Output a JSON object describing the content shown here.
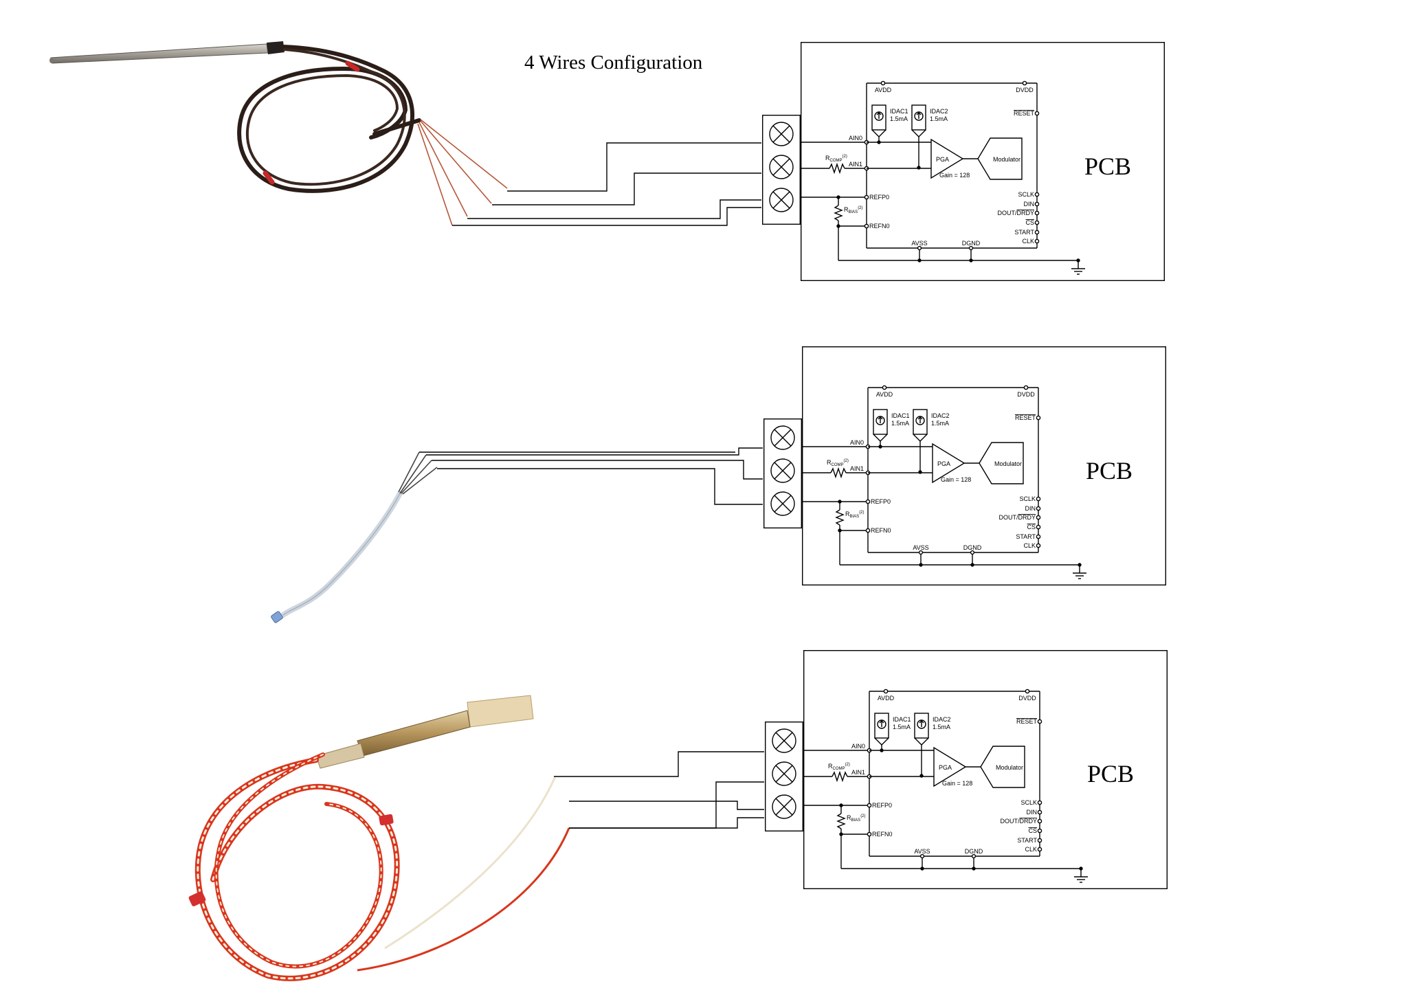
{
  "title": "4 Wires Configuration",
  "panels": [
    {
      "pcb_label": "PCB",
      "sensor": "rtd-probe-cable",
      "schematic": {
        "avdd": "AVDD",
        "dvdd": "DVDD",
        "reset": "RESET",
        "idac1": "IDAC1",
        "idac1_val": "1.5mA",
        "idac2": "IDAC2",
        "idac2_val": "1.5mA",
        "ain0": "AIN0",
        "ain1": "AIN1",
        "rcomp": "R",
        "rcomp_sub": "COMP",
        "rcomp_sup": "(2)",
        "refp0": "REFP0",
        "refn0": "REFN0",
        "rbias": "R",
        "rbias_sub": "BIAS",
        "rbias_sup": "(2)",
        "pga": "PGA",
        "gain": "Gain = 128",
        "modulator": "Modulator",
        "sclk": "SCLK",
        "din": "DIN",
        "dout": "DOUT/",
        "drdy": "DRDY",
        "cs": "CS",
        "start": "START",
        "clk": "CLK",
        "avss": "AVSS",
        "dgnd": "DGND"
      }
    },
    {
      "pcb_label": "PCB",
      "sensor": "thin-film-rtd",
      "schematic": {
        "avdd": "AVDD",
        "dvdd": "DVDD",
        "reset": "RESET",
        "idac1": "IDAC1",
        "idac1_val": "1.5mA",
        "idac2": "IDAC2",
        "idac2_val": "1.5mA",
        "ain0": "AIN0",
        "ain1": "AIN1",
        "rcomp": "R",
        "rcomp_sub": "COMP",
        "rcomp_sup": "(2)",
        "refp0": "REFP0",
        "refn0": "REFN0",
        "rbias": "R",
        "rbias_sub": "BIAS",
        "rbias_sup": "(2)",
        "pga": "PGA",
        "gain": "Gain = 128",
        "modulator": "Modulator",
        "sclk": "SCLK",
        "din": "DIN",
        "dout": "DOUT/",
        "drdy": "DRDY",
        "cs": "CS",
        "start": "START",
        "clk": "CLK",
        "avss": "AVSS",
        "dgnd": "DGND"
      }
    },
    {
      "pcb_label": "PCB",
      "sensor": "surface-sensor-twisted-pair",
      "schematic": {
        "avdd": "AVDD",
        "dvdd": "DVDD",
        "reset": "RESET",
        "idac1": "IDAC1",
        "idac1_val": "1.5mA",
        "idac2": "IDAC2",
        "idac2_val": "1.5mA",
        "ain0": "AIN0",
        "ain1": "AIN1",
        "rcomp": "R",
        "rcomp_sub": "COMP",
        "rcomp_sup": "(2)",
        "refp0": "REFP0",
        "refn0": "REFN0",
        "rbias": "R",
        "rbias_sub": "BIAS",
        "rbias_sup": "(2)",
        "pga": "PGA",
        "gain": "Gain = 128",
        "modulator": "Modulator",
        "sclk": "SCLK",
        "din": "DIN",
        "dout": "DOUT/",
        "drdy": "DRDY",
        "cs": "CS",
        "start": "START",
        "clk": "CLK",
        "avss": "AVSS",
        "dgnd": "DGND"
      }
    }
  ],
  "colors": {
    "line": "#000000",
    "probe_cable": "#2b1d17",
    "probe_steel": "#9a968e",
    "band_red": "#c62828",
    "wire_copper": "#b5573a",
    "film_wire": "#cfd6de",
    "twisted_red": "#d9361b",
    "twisted_white": "#f3ede2",
    "brass": "#b89c6a",
    "kapton": "#e8d6b0"
  }
}
